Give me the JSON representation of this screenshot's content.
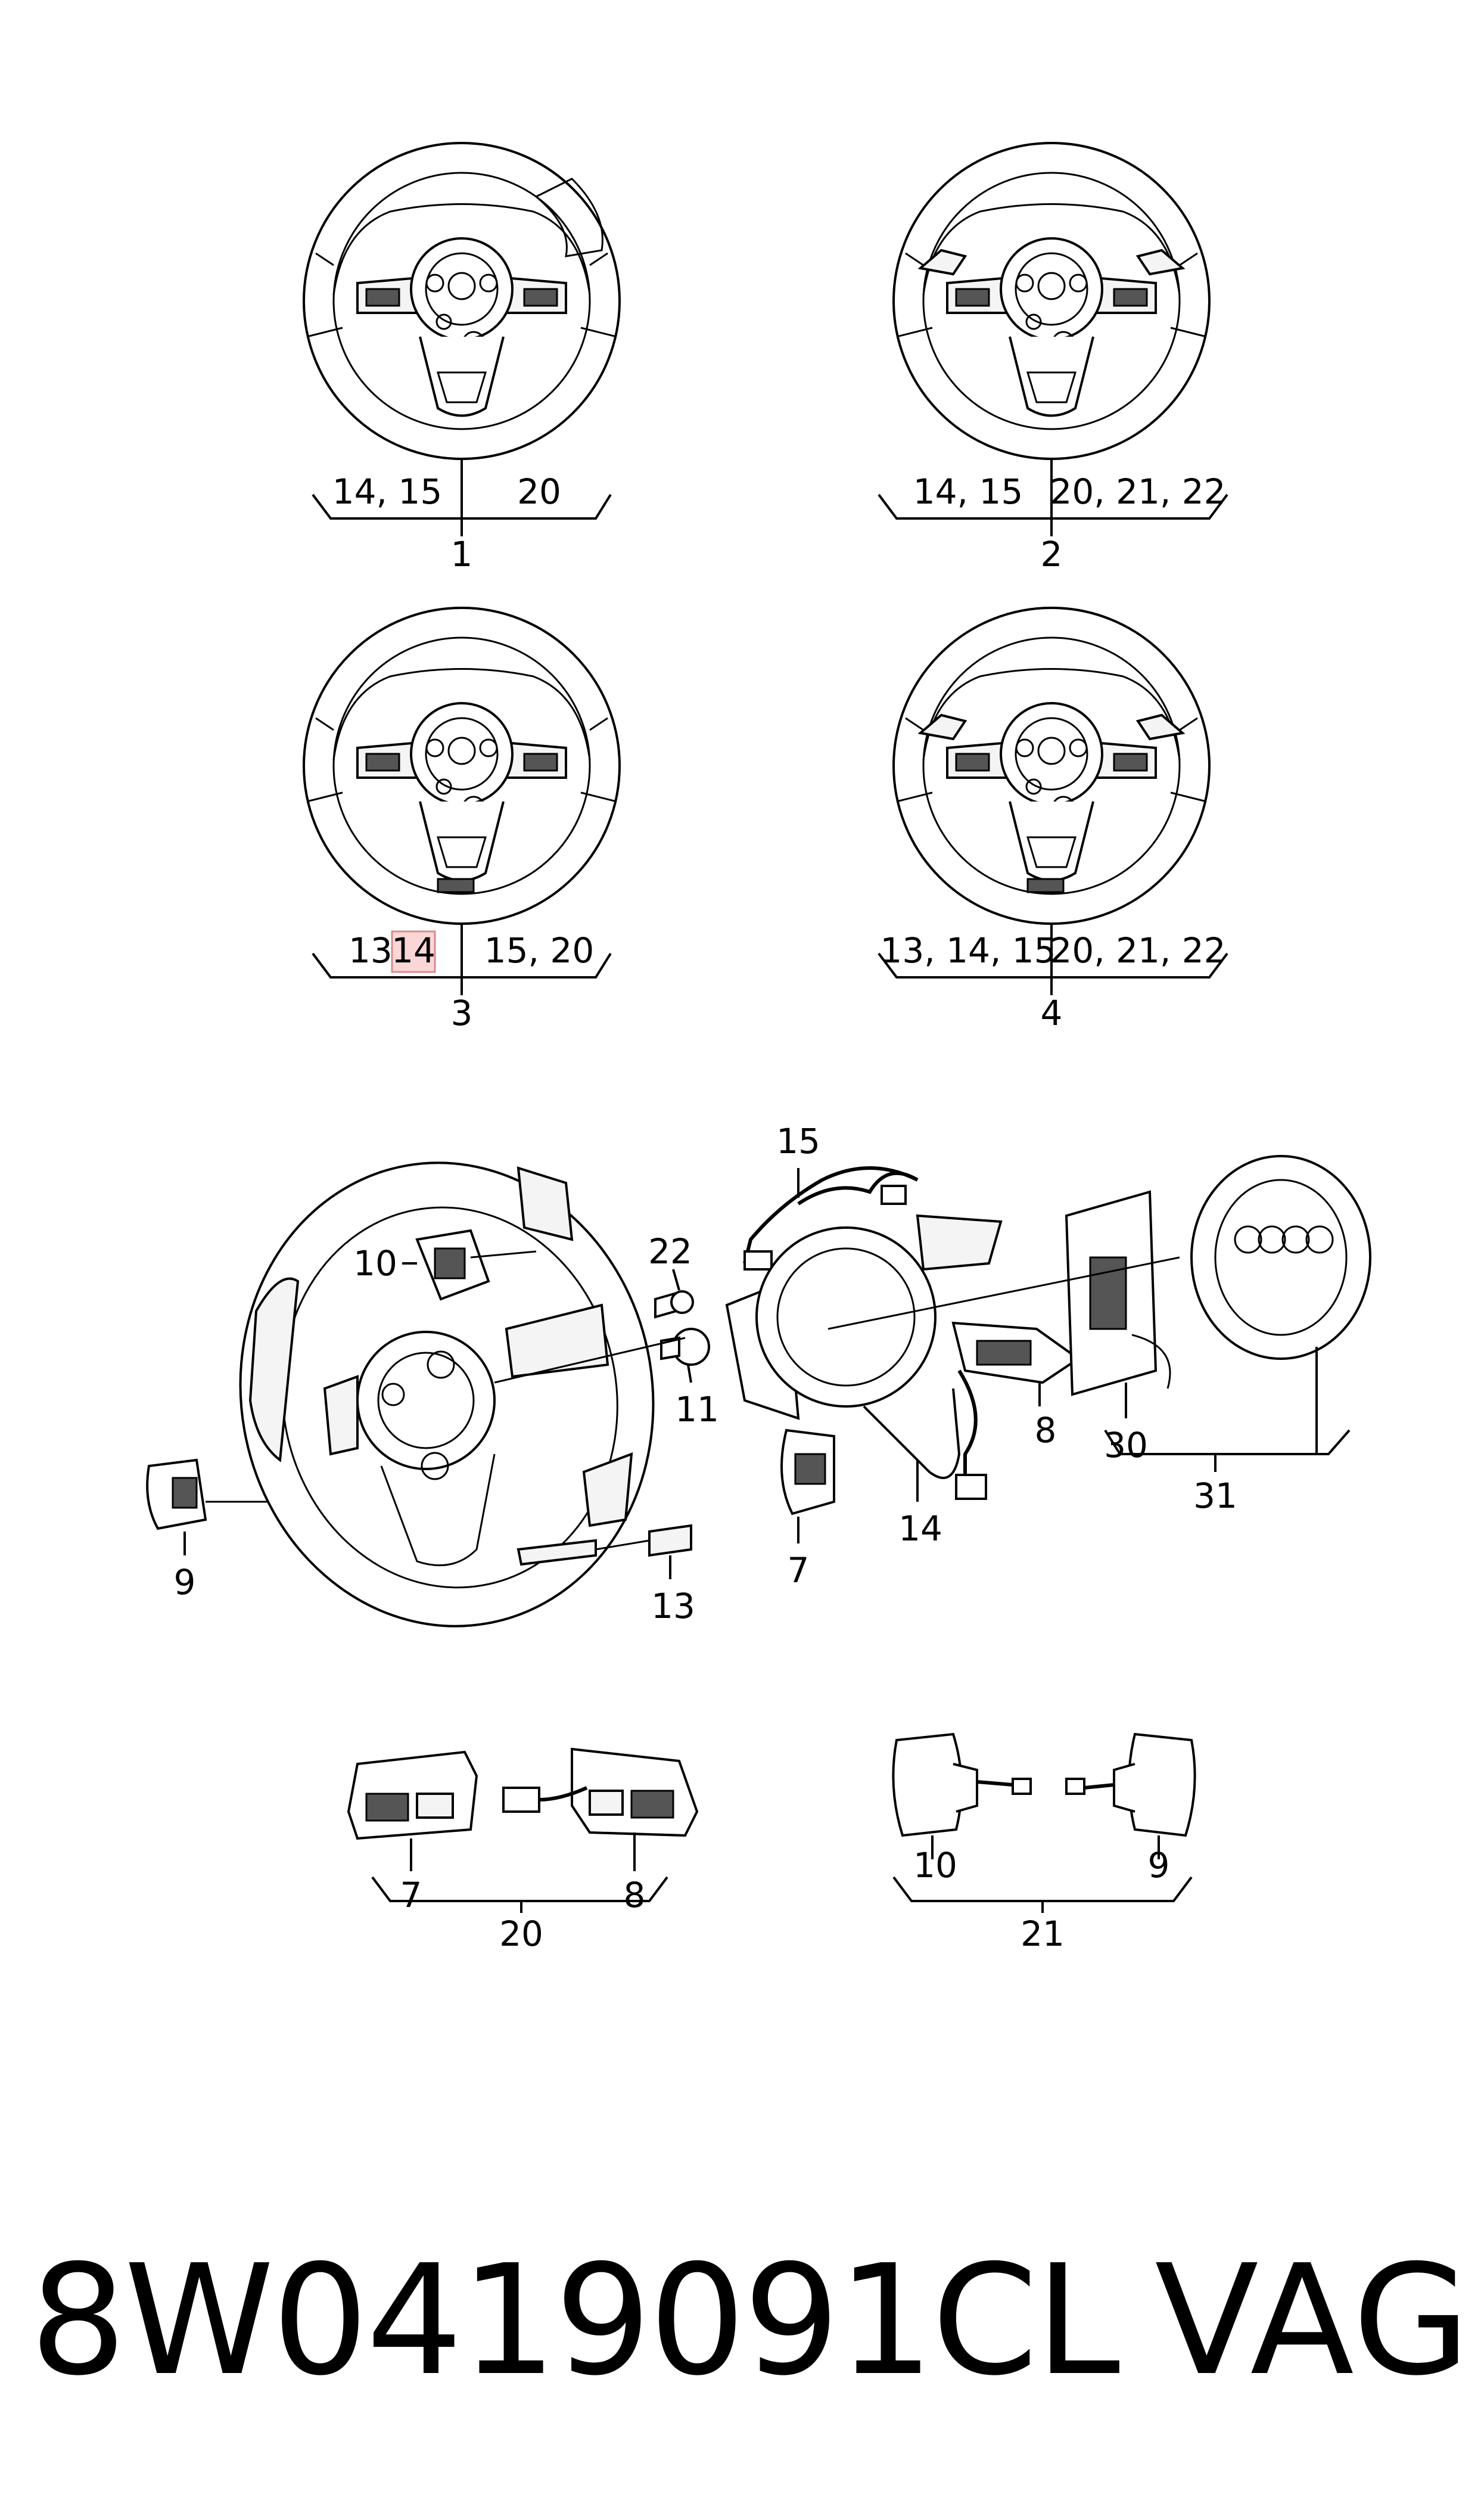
{
  "wheels": [
    {
      "number": "1",
      "left": "14, 15",
      "right": "20"
    },
    {
      "number": "2",
      "left": "14, 15",
      "right": "20, 21, 22"
    },
    {
      "number": "3",
      "left_a": "13,",
      "left_b": "14",
      "right": "15, 20"
    },
    {
      "number": "4",
      "left": "13, 14, 15",
      "right": "20, 21, 22"
    }
  ],
  "exploded": {
    "labels": [
      "15",
      "10",
      "22",
      "11",
      "9",
      "13",
      "7",
      "14",
      "8",
      "30",
      "31"
    ]
  },
  "sets": [
    {
      "number": "20",
      "left": "7",
      "right": "8"
    },
    {
      "number": "21",
      "left": "10",
      "right": "9"
    }
  ],
  "footer": {
    "part_number": "8W0419091CL",
    "brand": "VAG"
  },
  "colors": {
    "line": "#000000",
    "highlight": "#fbd6d6"
  }
}
